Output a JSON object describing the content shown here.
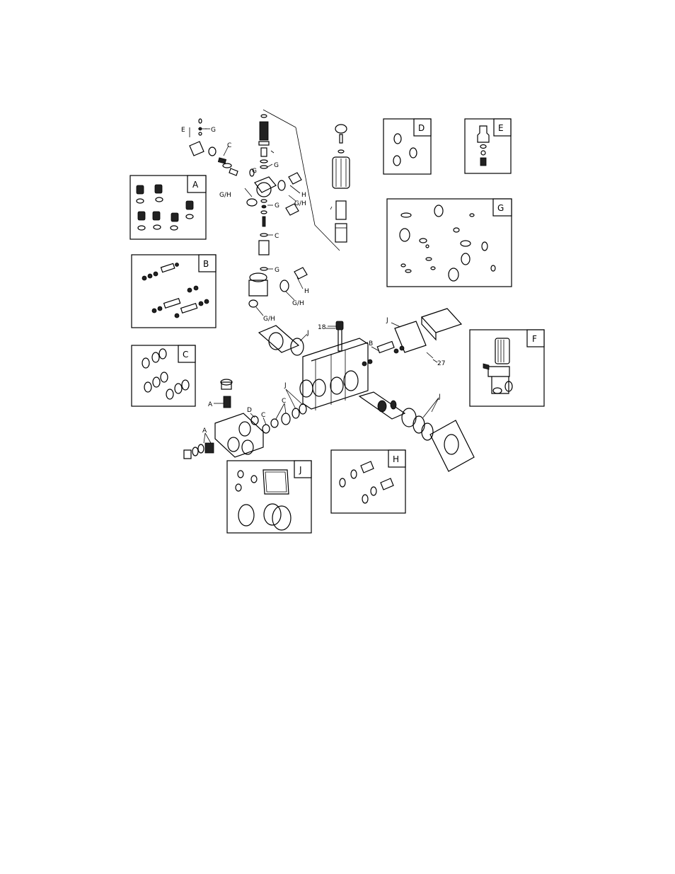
{
  "kits": [
    {
      "id": "kit-a",
      "letter": "A"
    },
    {
      "id": "kit-b",
      "letter": "B"
    },
    {
      "id": "kit-c",
      "letter": "C"
    },
    {
      "id": "kit-d",
      "letter": "D"
    },
    {
      "id": "kit-e",
      "letter": "E"
    },
    {
      "id": "kit-f",
      "letter": "F"
    },
    {
      "id": "kit-g",
      "letter": "G"
    },
    {
      "id": "kit-h",
      "letter": "H"
    },
    {
      "id": "kit-j",
      "letter": "J"
    }
  ],
  "callouts": {
    "e": "E",
    "g1": "G",
    "g2": "G",
    "g3": "G",
    "g4": "G",
    "g5": "G",
    "c1": "C",
    "c2": "C",
    "gh1": "G/H",
    "gh2": "G/H",
    "gh3": "G/H",
    "gh4": "G/H",
    "h1": "H",
    "h2": "H",
    "n18": "18",
    "j1": "J",
    "j2": "J",
    "j3": "J",
    "j4": "J",
    "b1": "B",
    "n27": "27",
    "a1": "A",
    "a2": "A",
    "d1": "D",
    "c3": "C",
    "c4": "C"
  }
}
